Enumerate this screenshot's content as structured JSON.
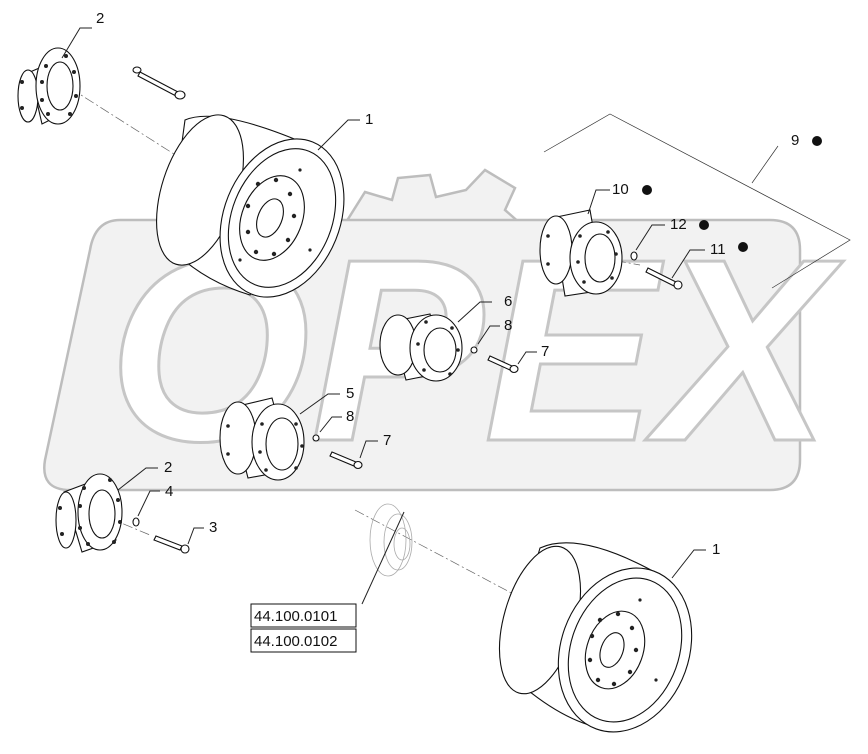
{
  "watermark": {
    "text": "OPEX"
  },
  "callouts": [
    {
      "id": "c2a",
      "label": "2"
    },
    {
      "id": "c1a",
      "label": "1"
    },
    {
      "id": "c9",
      "label": "9"
    },
    {
      "id": "c10",
      "label": "10"
    },
    {
      "id": "c12",
      "label": "12"
    },
    {
      "id": "c11",
      "label": "11"
    },
    {
      "id": "c6",
      "label": "6"
    },
    {
      "id": "c8a",
      "label": "8"
    },
    {
      "id": "c7a",
      "label": "7"
    },
    {
      "id": "c5",
      "label": "5"
    },
    {
      "id": "c8b",
      "label": "8"
    },
    {
      "id": "c7b",
      "label": "7"
    },
    {
      "id": "c2b",
      "label": "2"
    },
    {
      "id": "c4",
      "label": "4"
    },
    {
      "id": "c3",
      "label": "3"
    },
    {
      "id": "c1b",
      "label": "1"
    }
  ],
  "references": [
    "44.100.0101",
    "44.100.0102"
  ]
}
